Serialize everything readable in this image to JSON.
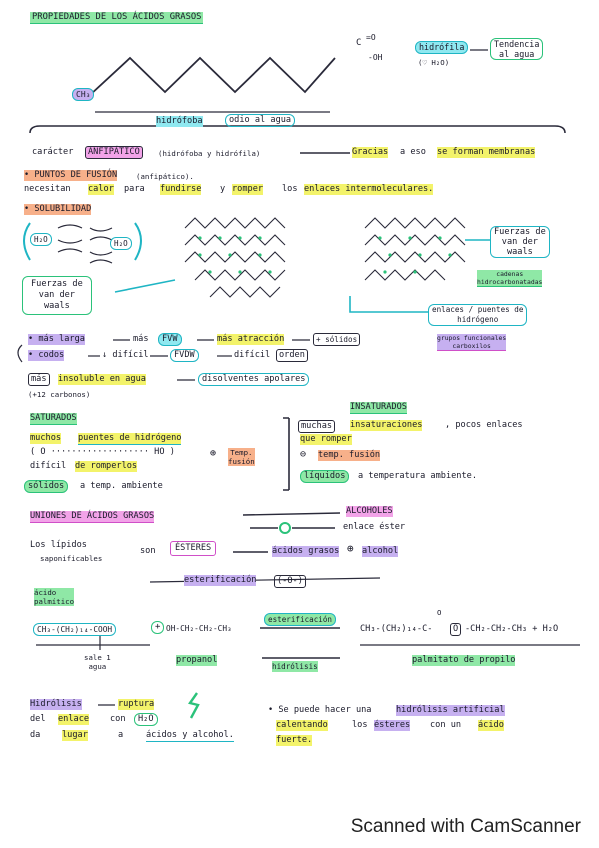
{
  "title": "PROPIEDADES DE LOS ÁCIDOS GRASOS",
  "top": {
    "carboxyl": {
      "c": "C",
      "o_top": "=O",
      "oh": "-OH"
    },
    "hidrofila": "hidrófila",
    "hidrofila_note": "(♡ H₂O)",
    "tendencia": "Tendencia\nal agua",
    "ch3": "CH₃",
    "hidrofoba": "hidrófoba",
    "odio": "odio al agua",
    "caracter": {
      "p1": "carácter",
      "p2": "ANFIPÁTICO",
      "p3": "(hidrófoba y hidrófila)",
      "p4": "Gracias",
      "p5": "a eso",
      "p6": "se forman membranas"
    }
  },
  "fusion": {
    "bullet": "• PUNTOS DE FUSIÓN",
    "note": "(anfipático).",
    "line2_a": "necesitan",
    "calor": "calor",
    "line2_b": "para",
    "fundirse": "fundirse",
    "line2_c": "y",
    "romper": "romper",
    "line2_d": "los",
    "enlaces": "enlaces intermoleculares."
  },
  "solubilidad": {
    "title": "• SOLUBILIDAD",
    "h2o": "H₂O",
    "fuerzas_right": "Fuerzas de\nvan der\nwaals",
    "fuerzas_left": "Fuerzas de\nvan der\nwaals",
    "cadenas": "cadenas\nhidrocarbonatadas",
    "enlaces": "enlaces / puentes de\nhidrógeno",
    "grupos": "grupos funcionales\ncarboxilos"
  },
  "rules": {
    "r1": {
      "a": "• más larga",
      "b": "más",
      "c": "FVW",
      "d": "más atracción",
      "e": "+ sólidos"
    },
    "r2": {
      "a": "• codos",
      "b": "↓ difícil",
      "c": "FVDW",
      "d": "difícil",
      "e": "orden"
    },
    "r3": {
      "a": "más",
      "b": "insoluble en agua",
      "c": "disolventes apolares"
    },
    "r4": "(+12 carbonos)"
  },
  "saturados": {
    "title": "SATURADOS",
    "l1a": "muchos",
    "l1b": "puentes de hidrógeno",
    "l2": "( O ··················· HO )",
    "l3a": "difícil",
    "l3b": "de romperlos",
    "l4a": "sólidos",
    "l4b": "a temp. ambiente",
    "temp": "Temp.\nfusión"
  },
  "insaturados": {
    "title": "INSATURADOS",
    "l1a": "muchas",
    "l1b": "insaturaciones",
    "l1c": ", pocos enlaces",
    "l2": "que romper",
    "l3": "temp. fusión",
    "l4a": "líquidos",
    "l4b": "a temperatura ambiente."
  },
  "uniones": {
    "title": "UNIONES DE ÁCIDOS GRASOS",
    "alcoholes": "ALCOHOLES",
    "o": "O",
    "enlace": "enlace éster",
    "lip1": "Los lípidos",
    "lip2": "saponificables",
    "son": "son",
    "esteres": "ÉSTERES",
    "acidos": "ácidos grasos",
    "alcohol": "alcohol",
    "esterificacion": "esterificación",
    "minus_o": "(-O-)"
  },
  "reaction": {
    "acido": "ácido\npalmítico",
    "left": "CH₃-(CH₂)₁₄-COOH",
    "plus": "+",
    "oh": "OH-CH₂-CH₂-CH₃",
    "ester": "esterificación",
    "hidro": "hidrólisis",
    "right_a": "CH₃-(CH₂)₁₄-C-",
    "right_o": "O",
    "right_b": "-CH₂-CH₂-CH₃ + H₂O",
    "o_top": "O",
    "sale": "sale 1\nagua",
    "propanol": "propanol",
    "palmitato": "palmitato de propilo"
  },
  "hidrolisis": {
    "a": "Hidrólisis",
    "b": "ruptura",
    "c": "del",
    "d": "enlace",
    "e": "con",
    "f": "H₂O",
    "g": "da",
    "h": "lugar",
    "i": "a",
    "j": "ácidos y alcohol."
  },
  "artificial": {
    "a": "• Se puede hacer una",
    "b": "hidrólisis artificial",
    "c": "calentando",
    "d": "los",
    "e": "ésteres",
    "f": "con un",
    "g": "ácido",
    "h": "fuerte."
  },
  "footer": "Scanned with CamScanner",
  "colors": {
    "cyan": "#1fb5c4",
    "green": "#2bc27a",
    "pink": "#d04fc8",
    "yellow": "#f3f36a",
    "orange": "#f7b08a"
  }
}
